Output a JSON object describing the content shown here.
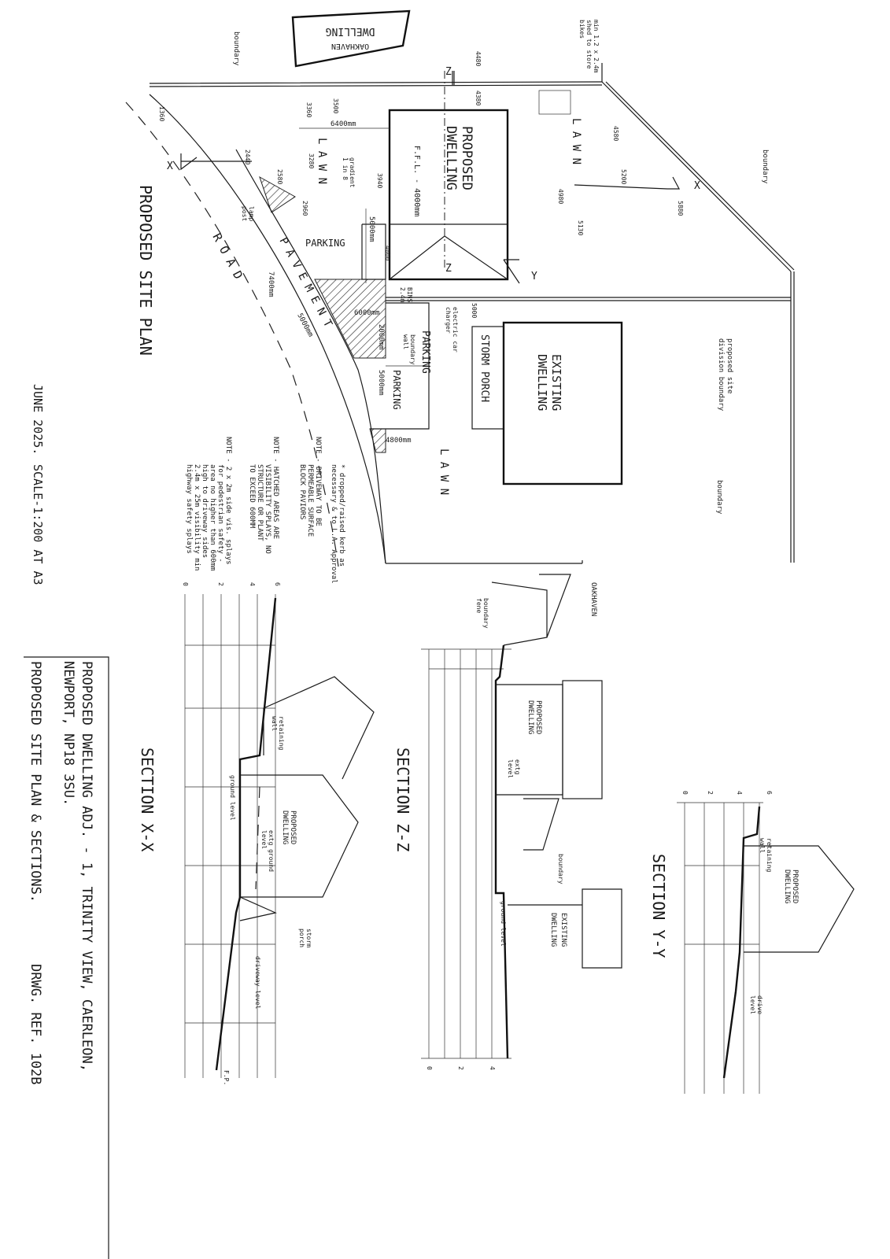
{
  "drawing": {
    "title_line1": "PROPOSED DWELLING ADJ. - 1, TRINITY VIEW, CAERLEON,",
    "title_line2": "NEWPORT, NP18 3SU.",
    "title_line3": "PROPOSED SITE PLAN & SECTIONS.",
    "drawing_ref": "DRWG. REF. 102B",
    "date": "JUNE 2025.",
    "scale": "SCALE-1:200 AT A3"
  },
  "site_plan": {
    "heading": "PROPOSED SITE PLAN",
    "oakhaven_line1": "OAKHAVEN",
    "oakhaven_line2": "DWELLING",
    "boundary": "boundary",
    "proposed_dwelling_line1": "PROPOSED",
    "proposed_dwelling_line2": "DWELLING",
    "ffl": "F.F.L. - 4000mm",
    "existing_dwelling_line1": "EXISTING",
    "existing_dwelling_line2": "DWELLING",
    "storm_porch": "STORM PORCH",
    "division_line1": "proposed site",
    "division_line2": "division boundary",
    "lawn": "L A W N",
    "parking": "PARKING",
    "pavement": "P A V E M E N T",
    "road": "R O A D",
    "lamp_line1": "lamp",
    "lamp_line2": "post",
    "gradient_line1": "gradient",
    "gradient_line2": "1 in 8",
    "bins_line1": "BINS",
    "bins_line2": "2.4m",
    "charger_line1": "electric car",
    "charger_line2": "charger",
    "boundary_wall_line1": "boundary",
    "boundary_wall_line2": "wall",
    "shed_line1": "min 1.2 x 2.4m",
    "shed_line2": "shed to store",
    "shed_line3": "bikes",
    "section_marks": {
      "x": "X",
      "y": "Y",
      "z": "Z"
    },
    "dimensions": [
      "6400mm",
      "5000mm",
      "7400mm",
      "6000mm",
      "2000mm",
      "5000mm",
      "5000mm",
      "4800mm"
    ],
    "levels": [
      "1360",
      "3360",
      "3500",
      "4480",
      "4380",
      "4580",
      "4980",
      "5200",
      "5130",
      "5880",
      "2440",
      "2580",
      "3280",
      "3940",
      "2960",
      "4000",
      "5000"
    ]
  },
  "notes": {
    "kerb_line1": "* dropped/raised kerb as",
    "kerb_line2": "necessary & to L.A. Approval",
    "n1_line1": "NOTE - DRIVEWAY TO BE",
    "n1_line2": "PERMEABLE SURFACE",
    "n1_line3": "BLOCK PAVIORS",
    "n2_line1": "NOTE - HATCHED AREAS ARE",
    "n2_line2": "VISIBILITY SPLAYS, NO",
    "n2_line3": "STRUCTURE OR PLANT",
    "n2_line4": "TO EXCEED 600MM",
    "n3_line1": "NOTE - 2 x 2m side vis. splays",
    "n3_line2": "for pedestrian safety -",
    "n3_line3": "area no higher than 600mm",
    "n3_line4": "high to driveway sides",
    "n3_line5": "2.4m x 25m visibility min",
    "n3_line6": "highway safety splays"
  },
  "sections": {
    "xx": {
      "heading": "SECTION X-X",
      "dwelling_line1": "PROPOSED",
      "dwelling_line2": "DWELLING",
      "retaining_line1": "retaining",
      "retaining_line2": "wall",
      "ground": "ground level",
      "extg_line1": "extg ground",
      "extg_line2": "level",
      "porch_line1": "storm",
      "porch_line2": "porch",
      "driveway": "driveway level",
      "fp": "F.P.",
      "scale_ticks": [
        "0",
        "2",
        "4",
        "6"
      ]
    },
    "zz": {
      "heading": "SECTION Z-Z",
      "oakhaven": "OAKHAVEN",
      "fence_line1": "boundary",
      "fence_line2": "fene",
      "dwelling_line1": "PROPOSED",
      "dwelling_line2": "DWELLING",
      "extg_line1": "extg",
      "extg_line2": "level",
      "boundary": "boundary",
      "ground": "ground level",
      "existing_line1": "EXISTING",
      "existing_line2": "DWELLING",
      "scale_ticks": [
        "0",
        "2",
        "4"
      ]
    },
    "yy": {
      "heading": "SECTION Y-Y",
      "dwelling_line1": "PROPOSED",
      "dwelling_line2": "DWELLING",
      "retaining_line1": "retaining",
      "retaining_line2": "wall",
      "drive_line1": "drive",
      "drive_line2": "level",
      "scale_ticks": [
        "0",
        "2",
        "4",
        "6"
      ]
    }
  }
}
